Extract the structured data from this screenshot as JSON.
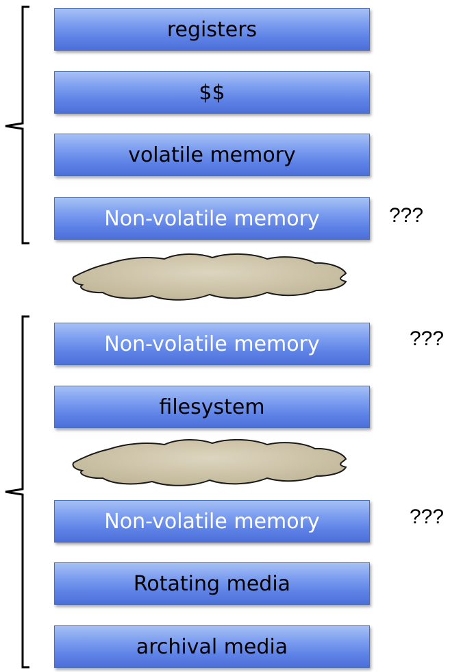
{
  "layers": [
    {
      "label": "registers"
    },
    {
      "label": "$$"
    },
    {
      "label": "volatile memory"
    },
    {
      "label": "Non-volatile memory"
    },
    {
      "label": "Non-volatile memory"
    },
    {
      "label": "filesystem"
    },
    {
      "label": "Non-volatile memory"
    },
    {
      "label": "Rotating media"
    },
    {
      "label": "archival media"
    }
  ],
  "annotations": {
    "q1": "???",
    "q2": "???",
    "q3": "???"
  },
  "colors": {
    "box_top": "#a6c0f4",
    "box_bottom": "#4c70d8",
    "box_border": "#4a6fb8",
    "cloud_fill": "#cfc5ac",
    "cloud_stroke": "#1a1a1a",
    "bracket": "#000000"
  }
}
